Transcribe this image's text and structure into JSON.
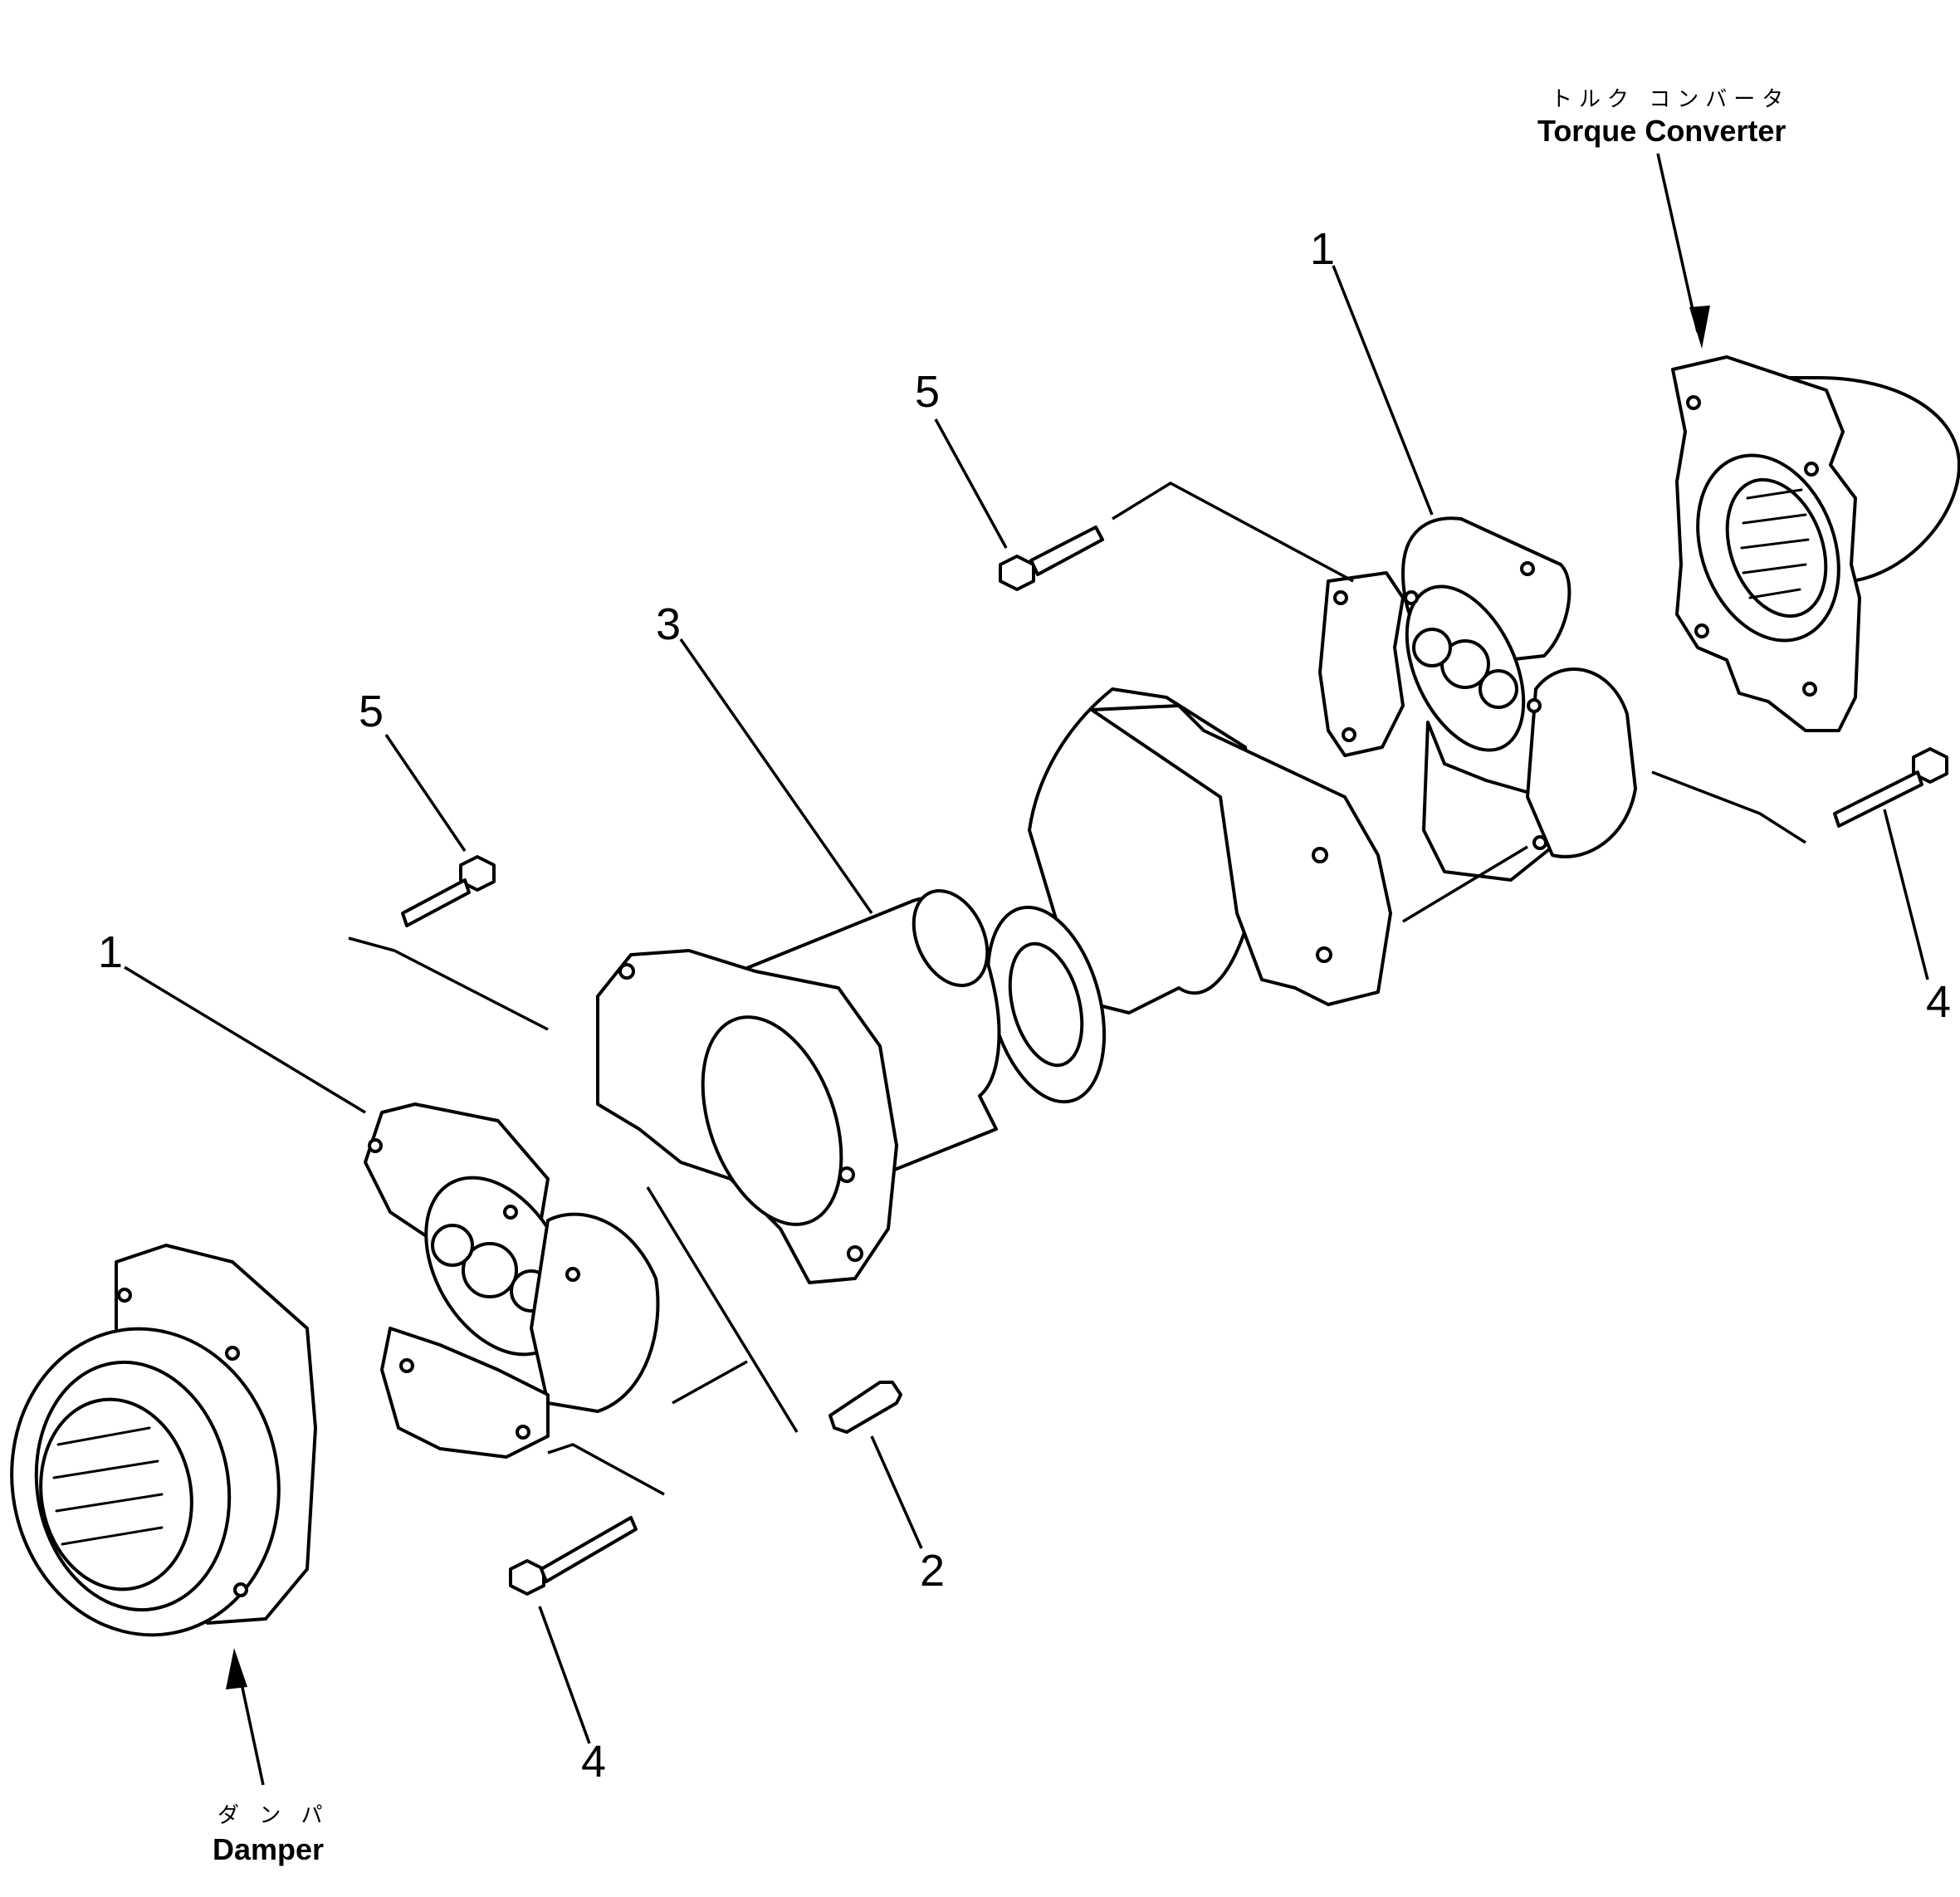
{
  "labels": {
    "torque_converter_jp": "トルク コンバータ",
    "torque_converter_en": "Torque Converter",
    "damper_jp": "ダ ン パ",
    "damper_en": "Damper"
  },
  "callouts": {
    "cross_joint_top": "1",
    "cross_joint_bottom": "1",
    "grease_fitting": "2",
    "drive_shaft": "3",
    "bolt_long_right": "4",
    "bolt_long_left": "4",
    "bolt_short_top": "5",
    "bolt_short_left": "5"
  }
}
